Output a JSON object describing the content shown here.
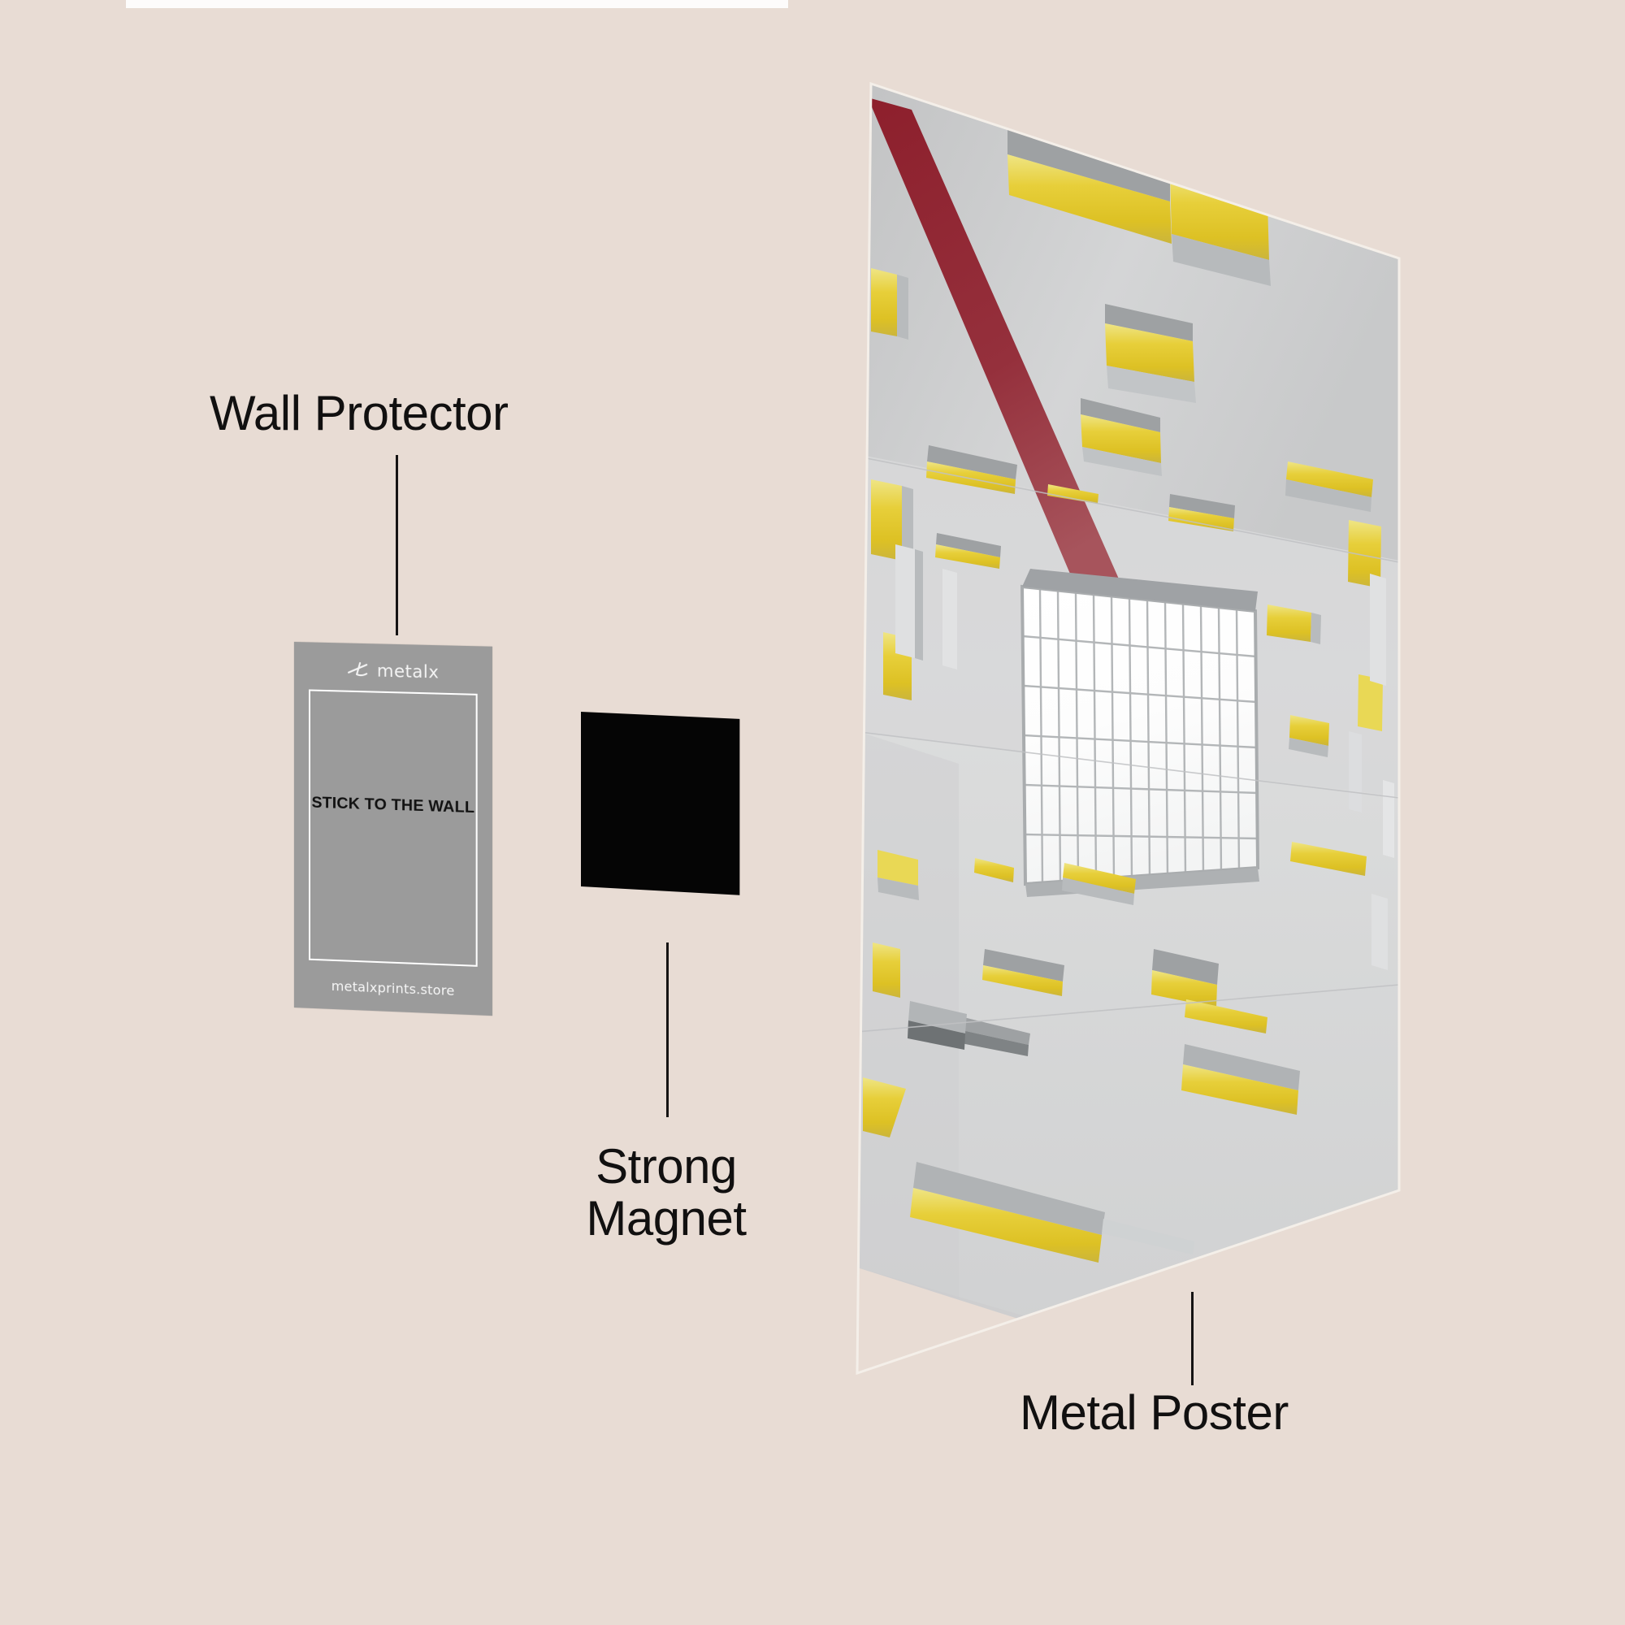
{
  "page": {
    "background_color": "#e8dcd4",
    "type": "product-infographic"
  },
  "callouts": [
    {
      "id": "wall-protector",
      "label": "Wall Protector",
      "text_color": "#111010"
    },
    {
      "id": "strong-magnet",
      "label": "Strong\nMagnet",
      "text_color": "#111010"
    },
    {
      "id": "metal-poster",
      "label": "Metal Poster",
      "text_color": "#111010"
    }
  ],
  "wall_protector_card": {
    "background_color": "#9b9b9b",
    "brand_name": "metalx",
    "headline": "STICK TO THE WALL",
    "url": "metalxprints.store",
    "frame_color": "#ffffff",
    "brand_text_color": "#f4f4f4"
  },
  "magnet": {
    "color": "#050505",
    "shape": "square"
  },
  "metal_poster": {
    "artwork_description": "Architectural interior looking up at a white atrium ceiling with yellow-gold recessed window reveals and a dark red diagonal beam, centered on a bright gridded skylight",
    "accent_colors": {
      "wall": "#d8d9da",
      "ceiling": "#c9cacb",
      "gold": "#e3c62a",
      "gold_light": "#f0de72",
      "red_beam": "#8e2130",
      "skylight": "#ffffff",
      "mullion": "#b9bcbe"
    },
    "skylight": {
      "columns": 13,
      "rows": 6
    }
  }
}
